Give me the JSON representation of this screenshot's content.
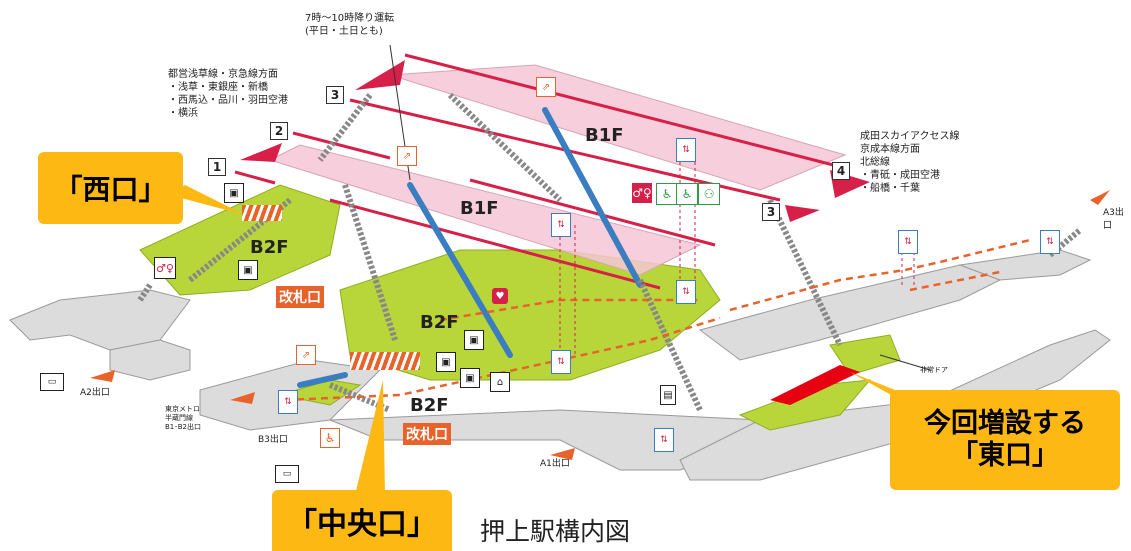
{
  "map": {
    "caption": "押上駅構内図",
    "colors": {
      "platform_pink": "#f4c6d6",
      "track_red": "#d6204a",
      "concourse_green": "#b8d639",
      "exit_grey": "#dcdcdc",
      "escalator_blue": "#3a7dc0",
      "route_dashed": "#e8632b",
      "callout_yellow": "#fdb813",
      "new_exit_red": "#e60012"
    },
    "notes": {
      "rapid_service": [
        "7時～10時降り運転",
        "(平日・土日とも)"
      ],
      "asakusa_line": [
        "都営浅草線・京急線方面",
        "・浅草・東銀座・新橋",
        "・西馬込・品川・羽田空港",
        "・横浜"
      ],
      "narita_line": [
        "成田スカイアクセス線",
        "京成本線方面",
        "北総線",
        "・青砥・成田空港",
        "・船橋・千葉"
      ]
    },
    "platforms": [
      "1",
      "2",
      "3",
      "4",
      "3"
    ],
    "floors": [
      "B1F",
      "B1F",
      "B2F",
      "B2F",
      "B2F"
    ],
    "gates": [
      "改札口",
      "改札口"
    ],
    "callouts": {
      "west": "「西口」",
      "central": "「中央口」",
      "east": [
        "今回増設する",
        "「東口」"
      ]
    },
    "exits": {
      "a1": "A1出口",
      "a2": "A2出口",
      "a3": "A3出口",
      "b3": "B3出口",
      "metro": [
        "東京メトロ",
        "半蔵門線",
        "B1･B2出口"
      ],
      "emergency_door": "非常ドア"
    },
    "icons": [
      "escalator-icon",
      "elevator-icon",
      "restroom-icon",
      "accessible-icon",
      "ticket-machine-icon",
      "aed-icon",
      "bus-icon",
      "coin-locker-icon",
      "station-office-icon"
    ]
  }
}
